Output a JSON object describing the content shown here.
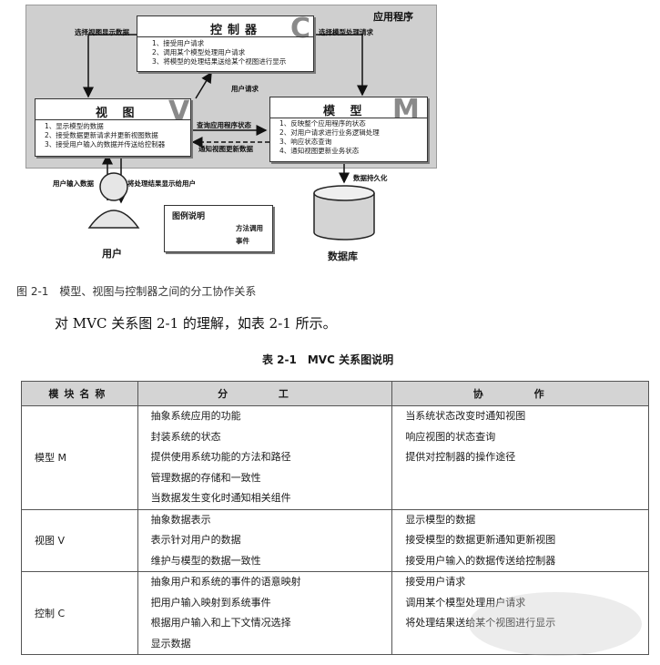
{
  "diagram": {
    "app_label": "应用程序",
    "controller": {
      "title": "控制器",
      "letter": "C",
      "items": [
        "1、接受用户请求",
        "2、调用某个模型处理用户请求",
        "3、将模型的处理结果送给某个视图进行显示"
      ]
    },
    "view": {
      "title": "视 图",
      "letter": "V",
      "items": [
        "1、显示模型的数据",
        "2、接受数据更新请求并更新视图数据",
        "3、接受用户输入的数据并传送给控制器"
      ]
    },
    "model": {
      "title": "模 型",
      "letter": "M",
      "items": [
        "1、反映整个应用程序的状态",
        "2、对用户请求进行业务逻辑处理",
        "3、响应状态查询",
        "4、通知视图更新业务状态"
      ]
    },
    "arrows": {
      "select_view": "选择视图显示数据",
      "select_model": "选择模型处理请求",
      "user_request": "用户请求",
      "query_state": "查询应用程序状态",
      "notify_update": "通知视图更新数据",
      "user_input": "用户输入数据",
      "show_result": "将处理结果显示给用户",
      "persist": "数据持久化"
    },
    "user_label": "用户",
    "db_label": "数据库",
    "legend": {
      "title": "图例说明",
      "method_call": "方法调用",
      "event": "事件"
    }
  },
  "figure_caption": {
    "number": "图 2-1",
    "text": "模型、视图与控制器之间的分工协作关系"
  },
  "paragraph": "对 MVC 关系图 2-1 的理解，如表 2-1 所示。",
  "table_caption": {
    "number": "表 2-1",
    "text": "MVC 关系图说明"
  },
  "table": {
    "headers": [
      "模块名称",
      "分 工",
      "协 作"
    ],
    "rows": [
      {
        "module": "模型 M",
        "division": [
          "抽象系统应用的功能",
          "封装系统的状态",
          "提供使用系统功能的方法和路径",
          "管理数据的存储和一致性",
          "当数据发生变化时通知相关组件"
        ],
        "cooperation": [
          "当系统状态改变时通知视图",
          "响应视图的状态查询",
          "提供对控制器的操作途径"
        ]
      },
      {
        "module": "视图 V",
        "division": [
          "抽象数据表示",
          "表示针对用户的数据",
          "维护与模型的数据一致性"
        ],
        "cooperation": [
          "显示模型的数据",
          "接受模型的数据更新通知更新视图",
          "接受用户输入的数据传送给控制器"
        ]
      },
      {
        "module": "控制 C",
        "division": [
          "抽象用户和系统的事件的语意映射",
          "把用户输入映射到系统事件",
          "根据用户输入和上下文情况选择",
          "显示数据"
        ],
        "cooperation": [
          "接受用户请求",
          "调用某个模型处理用户请求",
          "将处理结果送给某个视图进行显示"
        ]
      }
    ]
  }
}
